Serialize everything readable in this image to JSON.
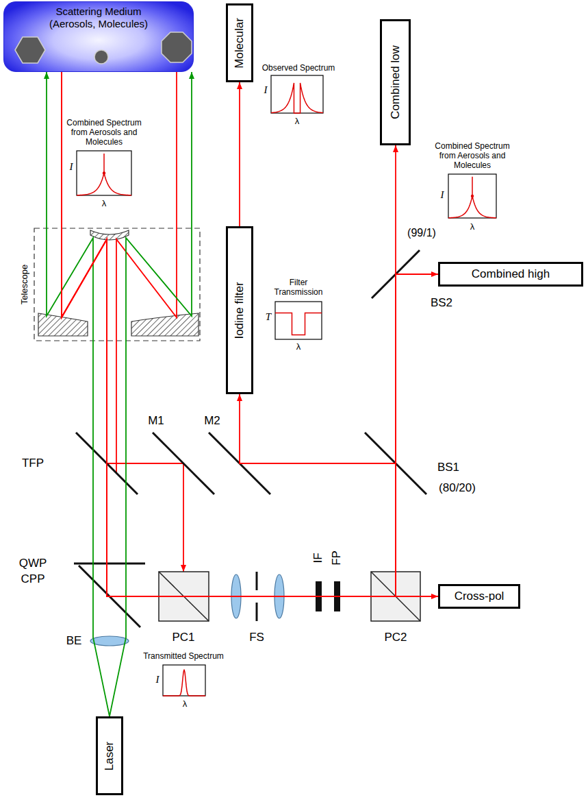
{
  "diagram": {
    "nodes": [
      {
        "text": [
          "Scattering Medium (Aerosols, Molecules)"
        ]
      },
      {
        "text": [
          "Molecular"
        ]
      },
      {
        "text": [
          "Combined low"
        ]
      },
      {
        "text": [
          "Iodine filter"
        ]
      },
      {
        "text": [
          "Combined high"
        ]
      },
      {
        "text": [
          "Cross-pol"
        ]
      },
      {
        "text": [
          "Laser"
        ]
      }
    ],
    "edges": [
      {
        "from": 6,
        "to": 0,
        "arrow": "to"
      },
      {
        "from": 6,
        "to": 0,
        "arrow": "to"
      },
      {
        "from": 0,
        "to": 3,
        "arrow": "to"
      },
      {
        "from": 3,
        "to": 1,
        "arrow": "to"
      },
      {
        "from": 0,
        "to": 2,
        "arrow": "to"
      },
      {
        "from": 0,
        "to": 4,
        "arrow": "to"
      },
      {
        "from": 0,
        "to": 5,
        "arrow": "to"
      }
    ],
    "labels": [
      "Combined Spectrum from Aerosols and Molecules",
      "I",
      "λ",
      "Observed Spectrum",
      "I",
      "λ",
      "Combined Spectrum from Aerosols and Molecules",
      "I",
      "λ",
      "Telescope",
      "(99/1)",
      "Filter Transmission",
      "T",
      "λ",
      "BS2",
      "QWP",
      "M1",
      "M2",
      "TFP",
      "BS1",
      "(80/20)",
      "IF",
      "FP",
      "CPP",
      "PC1",
      "FS",
      "PC2",
      "BE",
      "Transmitted Spectrum",
      "I",
      "λ"
    ]
  }
}
